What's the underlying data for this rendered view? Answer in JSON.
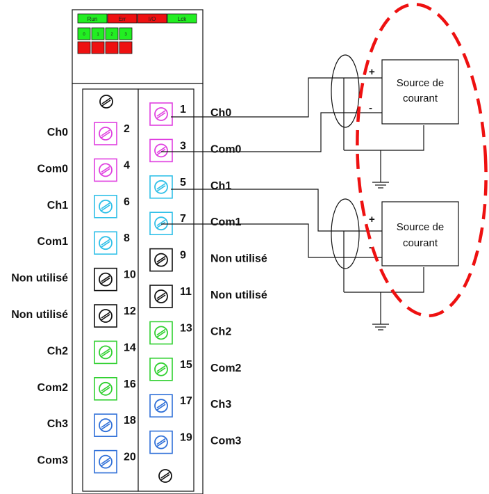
{
  "colors": {
    "magenta": "#e040e0",
    "cyan": "#30c0e8",
    "black": "#111111",
    "green": "#30d030",
    "blue": "#3070d8",
    "led_green": "#22ee22",
    "led_red": "#ee1111",
    "dash_red": "#ee1111"
  },
  "status_leds": [
    {
      "label": "Run",
      "color": "#22ee22"
    },
    {
      "label": "Err",
      "color": "#ee1111"
    },
    {
      "label": "I/O",
      "color": "#ee1111"
    },
    {
      "label": "Lck",
      "color": "#22ee22"
    }
  ],
  "channel_leds_top": [
    "0",
    "1",
    "2",
    "3"
  ],
  "left_terminals": [
    {
      "label": "Ch0",
      "number": "2",
      "color": "#e040e0"
    },
    {
      "label": "Com0",
      "number": "4",
      "color": "#e040e0"
    },
    {
      "label": "Ch1",
      "number": "6",
      "color": "#30c0e8"
    },
    {
      "label": "Com1",
      "number": "8",
      "color": "#30c0e8"
    },
    {
      "label": "Non utilisé",
      "number": "10",
      "color": "#111111"
    },
    {
      "label": "Non utilisé",
      "number": "12",
      "color": "#111111"
    },
    {
      "label": "Ch2",
      "number": "14",
      "color": "#30d030"
    },
    {
      "label": "Com2",
      "number": "16",
      "color": "#30d030"
    },
    {
      "label": "Ch3",
      "number": "18",
      "color": "#3070d8"
    },
    {
      "label": "Com3",
      "number": "20",
      "color": "#3070d8"
    }
  ],
  "right_terminals": [
    {
      "label": "Ch0",
      "number": "1",
      "color": "#e040e0"
    },
    {
      "label": "Com0",
      "number": "3",
      "color": "#e040e0"
    },
    {
      "label": "Ch1",
      "number": "5",
      "color": "#30c0e8"
    },
    {
      "label": "Com1",
      "number": "7",
      "color": "#30c0e8"
    },
    {
      "label": "Non utilisé",
      "number": "9",
      "color": "#111111"
    },
    {
      "label": "Non utilisé",
      "number": "11",
      "color": "#111111"
    },
    {
      "label": "Ch2",
      "number": "13",
      "color": "#30d030"
    },
    {
      "label": "Com2",
      "number": "15",
      "color": "#30d030"
    },
    {
      "label": "Ch3",
      "number": "17",
      "color": "#3070d8"
    },
    {
      "label": "Com3",
      "number": "19",
      "color": "#3070d8"
    }
  ],
  "sources": [
    {
      "line1": "Source de",
      "line2": "courant",
      "plus": "+",
      "minus": "-"
    },
    {
      "line1": "Source de",
      "line2": "courant",
      "plus": "+",
      "minus": "-"
    }
  ]
}
